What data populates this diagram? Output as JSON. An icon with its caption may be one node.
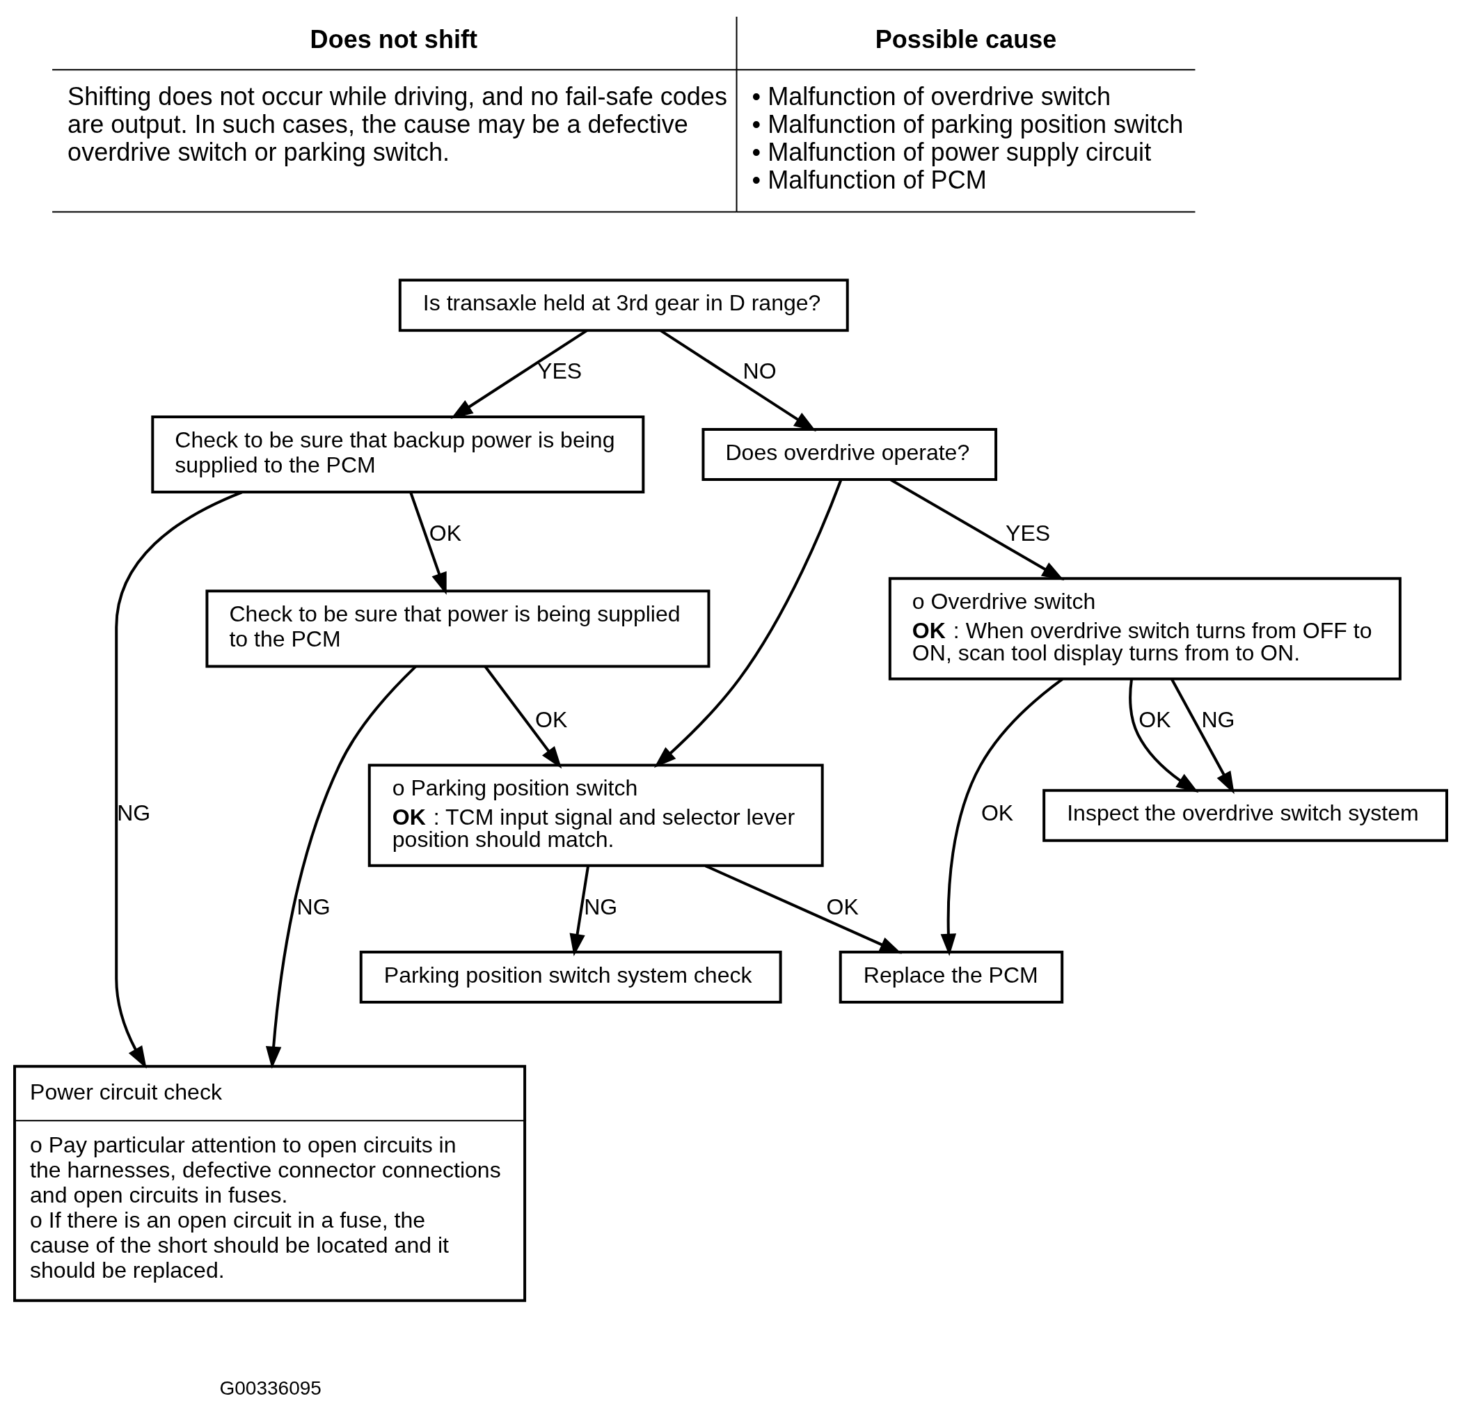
{
  "diagram": {
    "nodes": [
      {
        "text": [
          "Is transaxle held at 3rd gear in D range?"
        ]
      },
      {
        "text": [
          "Check to be sure that backup power is being supplied to the PCM"
        ]
      },
      {
        "text": [
          "Does overdrive operate?"
        ]
      },
      {
        "text": [
          "Check to be sure that power is being supplied to the PCM"
        ]
      },
      {
        "text": [
          "o Overdrive switch",
          "**OK** : When overdrive switch turns from OFF to ON, scan tool display turns from to ON."
        ]
      },
      {
        "text": [
          "o Parking position switch",
          "**OK** : TCM input signal and selector lever position should match."
        ]
      },
      {
        "text": [
          "Inspect the overdrive switch system"
        ]
      },
      {
        "text": [
          "Replace the PCM"
        ]
      },
      {
        "text": [
          "Parking position switch system check"
        ]
      },
      {
        "text": [
          "Power circuit check",
          "o Pay particular attention to open circuits in the harnesses, defective connector connections and open circuits in fuses.",
          "o If there is an open circuit in a fuse, the cause of the short should be located and it should be replaced."
        ]
      }
    ],
    "edges": [
      {
        "from": 0,
        "to": 1,
        "arrow": "to",
        "label": "YES"
      },
      {
        "from": 0,
        "to": 2,
        "arrow": "to",
        "label": "NO"
      },
      {
        "from": 1,
        "to": 9,
        "arrow": "to",
        "label": "NG"
      },
      {
        "from": 1,
        "to": 3,
        "arrow": "to",
        "label": "OK"
      },
      {
        "from": 2,
        "to": 5,
        "arrow": "to"
      },
      {
        "from": 2,
        "to": 4,
        "arrow": "to",
        "label": "YES"
      },
      {
        "from": 3,
        "to": 9,
        "arrow": "to",
        "label": "NG"
      },
      {
        "from": 3,
        "to": 5,
        "arrow": "to",
        "label": "OK"
      },
      {
        "from": 4,
        "to": 7,
        "arrow": "to",
        "label": "OK"
      },
      {
        "from": 4,
        "to": 6,
        "arrow": "to",
        "label": "OK"
      },
      {
        "from": 4,
        "to": 6,
        "arrow": "to",
        "label": "NG"
      },
      {
        "from": 5,
        "to": 8,
        "arrow": "to",
        "label": "NG"
      },
      {
        "from": 5,
        "to": 7,
        "arrow": "to",
        "label": "OK"
      }
    ],
    "labels": [
      "Does not shift",
      "Possible cause",
      "Shifting does not occur while driving, and no fail-safe codes are output. In such cases, the cause may be a defective overdrive switch or parking switch.",
      "• Malfunction of overdrive switch",
      "• Malfunction of parking position switch",
      "• Malfunction of power supply circuit",
      "• Malfunction of PCM",
      "G00336095"
    ]
  }
}
